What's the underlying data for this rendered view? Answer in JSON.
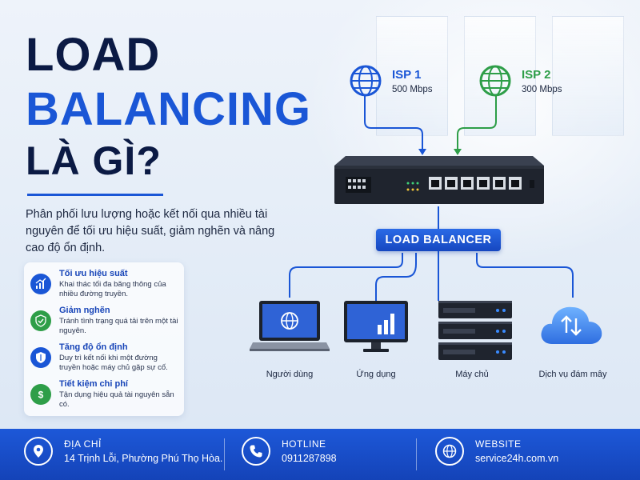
{
  "title": {
    "line1": "LOAD",
    "line2": "BALANCING",
    "line3": "LÀ GÌ?"
  },
  "description": "Phân phối lưu lượng hoặc kết nối qua nhiều tài nguyên để tối ưu hiệu suất, giảm nghẽn và nâng cao độ ổn định.",
  "benefits": [
    {
      "title": "Tối ưu hiệu suất",
      "text": "Khai thác tối đa băng thông của nhiều đường truyền.",
      "icon": "chart-up-icon",
      "color": "#1a56d6"
    },
    {
      "title": "Giảm nghẽn",
      "text": "Tránh tình trạng quá tải trên một tài nguyên.",
      "icon": "shield-check-icon",
      "color": "#2e9e48"
    },
    {
      "title": "Tăng độ ổn định",
      "text": "Duy trì kết nối khi một đường truyền hoặc máy chủ gặp sự cố.",
      "icon": "shield-icon",
      "color": "#1a56d6"
    },
    {
      "title": "Tiết kiệm chi phí",
      "text": "Tận dụng hiệu quả tài nguyên sẵn có.",
      "icon": "dollar-icon",
      "color": "#2e9e48"
    }
  ],
  "isp1": {
    "name": "ISP 1",
    "speed": "500 Mbps",
    "color": "#1a56d6"
  },
  "isp2": {
    "name": "ISP 2",
    "speed": "300 Mbps",
    "color": "#2e9e48"
  },
  "load_balancer_label": "LOAD BALANCER",
  "devices": [
    {
      "label": "Người dùng",
      "icon": "laptop-icon"
    },
    {
      "label": "Ứng dụng",
      "icon": "monitor-chart-icon"
    },
    {
      "label": "Máy chủ",
      "icon": "server-icon"
    },
    {
      "label": "Dịch vụ đám mây",
      "icon": "cloud-icon"
    }
  ],
  "footer": {
    "address": {
      "label": "ĐỊA CHỈ",
      "value": "14 Trịnh Lỗi, Phường Phú Thọ Hòa.",
      "icon": "location-pin-icon"
    },
    "hotline": {
      "label": "HOTLINE",
      "value": "0911287898",
      "icon": "phone-icon"
    },
    "website": {
      "label": "WEBSITE",
      "value": "service24h.com.vn",
      "icon": "globe-icon"
    }
  },
  "colors": {
    "accent": "#1a56d6",
    "dark": "#0b1a44",
    "green": "#2e9e48",
    "footer": "#1d58d8"
  }
}
